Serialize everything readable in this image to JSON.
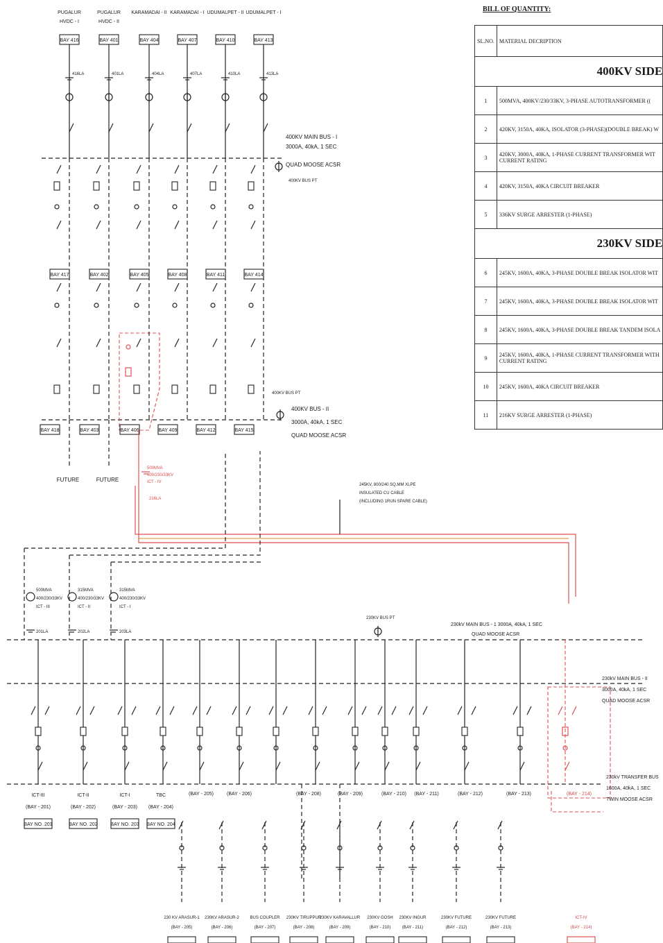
{
  "bays_400kv": {
    "feeders": [
      {
        "line1": "PUGALUR",
        "line2": "HVDC - I",
        "bay": "BAY 416",
        "la": "416LA"
      },
      {
        "line1": "PUGALUR",
        "line2": "HVDC - II",
        "bay": "BAY 401",
        "la": "401LA"
      },
      {
        "line1": "KARAMADAI - II",
        "line2": "",
        "bay": "BAY 404",
        "la": "404LA"
      },
      {
        "line1": "KARAMADAI - I",
        "line2": "",
        "bay": "BAY 407",
        "la": "407LA"
      },
      {
        "line1": "UDUMALPET - II",
        "line2": "",
        "bay": "BAY 410",
        "la": "410LA"
      },
      {
        "line1": "UDUMALPET - I",
        "line2": "",
        "bay": "BAY 413",
        "la": "413LA"
      }
    ],
    "middle_bays": [
      "BAY 417",
      "BAY 402",
      "BAY 405",
      "BAY 408",
      "BAY 411",
      "BAY 414"
    ],
    "bottom_bays": [
      "BAY 418",
      "BAY 403",
      "BAY 406",
      "BAY 409",
      "BAY 412",
      "BAY 415"
    ],
    "future": [
      "FUTURE",
      "FUTURE"
    ],
    "bus1": {
      "line1": "400KV MAIN BUS - I",
      "line2": "3000A, 40kA, 1 SEC",
      "line3": "QUAD MOOSE ACSR",
      "pt": "400KV BUS PT"
    },
    "bus2": {
      "line1": "400KV BUS - II",
      "line2": "3000A, 40kA, 1 SEC",
      "line3": "QUAD MOOSE ACSR",
      "pt": "400KV BUS PT"
    },
    "new_ict": {
      "line1": "500MVA",
      "line2": "400/230/33KV",
      "line3": "ICT - IV",
      "la": "216LA"
    }
  },
  "cable": {
    "line1": "245KV, 800/240 SQ.MM XLPE",
    "line2": "INSULATED CU CABLE",
    "line3": "(INCLUDING 1RUN SPARE CABLE)"
  },
  "icts": [
    {
      "line1": "500MVA",
      "line2": "400/230/33KV",
      "line3": "ICT - III",
      "la": "201LA"
    },
    {
      "line1": "315MVA",
      "line2": "400/230/33KV",
      "line3": "ICT - II",
      "la": "202LA"
    },
    {
      "line1": "315MVA",
      "line2": "400/230/33KV",
      "line3": "ICT - I",
      "la": "203LA"
    }
  ],
  "bays_230kv": {
    "bus1": {
      "line1": "230kV MAIN BUS - 1 3000A, 40kA, 1 SEC",
      "line2": "QUAD MOOSE ACSR",
      "pt": "230KV BUS PT"
    },
    "bus2": {
      "line1": "230kV MAIN BUS - II",
      "line2": "3000A, 40kA, 1 SEC",
      "line3": "QUAD MOOSE ACSR"
    },
    "transfer_bus": {
      "line1": "230kV TRANSFER BUS",
      "line2": "1600A, 40kA, 1 SEC",
      "line3": "TWIN MOOSE ACSR"
    },
    "left_bays": [
      {
        "name": "ICT-III",
        "bay": "(BAY - 201)",
        "box": "BAY NO. 201"
      },
      {
        "name": "ICT-II",
        "bay": "(BAY - 202)",
        "box": "BAY NO. 202"
      },
      {
        "name": "ICT-I",
        "bay": "(BAY - 203)",
        "box": "BAY NO. 203"
      },
      {
        "name": "TBC",
        "bay": "(BAY - 204)",
        "box": "BAY NO. 204"
      }
    ],
    "mid_bays": [
      "(BAY - 205)",
      "(BAY - 206)",
      "(BAY - 208)",
      "(BAY - 209)",
      "(BAY - 210)",
      "(BAY - 211)",
      "(BAY - 212)",
      "(BAY - 213)",
      "(BAY - 214)"
    ],
    "outgoing": [
      {
        "line1": "230 KV ARASUR-1",
        "line2": "(BAY - 205)"
      },
      {
        "line1": "230KV ARASUR-2",
        "line2": "(BAY - 206)"
      },
      {
        "line1": "BUS COUPLER",
        "line2": "(BAY - 207)"
      },
      {
        "line1": "230KV TIRUPPUR",
        "line2": "(BAY - 208)"
      },
      {
        "line1": "230KV KARAVALLUR",
        "line2": "(BAY - 209)"
      },
      {
        "line1": "230KV GOSH",
        "line2": "(BAY - 210)"
      },
      {
        "line1": "230KV INGUR",
        "line2": "(BAY - 211)"
      },
      {
        "line1": "230KV FUTURE",
        "line2": "(BAY - 212)"
      },
      {
        "line1": "230KV FUTURE",
        "line2": "(BAY - 213)"
      },
      {
        "line1": "ICT-IV",
        "line2": "(BAY - 214)"
      }
    ]
  },
  "bill_of_quantity": {
    "title": "BILL OF QUANTITY:",
    "header": {
      "no": "SL.NO.",
      "desc": "MATERIAL DECRIPTION"
    },
    "section_400": "400KV SIDE",
    "items_400": [
      {
        "no": "1",
        "desc": "500MVA, 400KV/230/33KV, 3-PHASE AUTOTRANSFORMER (("
      },
      {
        "no": "2",
        "desc": "420KV, 3150A, 40KA, ISOLATOR (3-PHASE)(DOUBLE BREAK) W"
      },
      {
        "no": "3",
        "desc": "420KV, 3000A, 40KA, 1-PHASE CURRENT TRANSFORMER WIT",
        "desc2": "CURRENT RATING"
      },
      {
        "no": "4",
        "desc": "420KV, 3150A, 40KA CIRCUIT BREAKER"
      },
      {
        "no": "5",
        "desc": "336KV SURGE ARRESTER (1-PHASE)"
      }
    ],
    "section_230": "230KV SIDE",
    "items_230": [
      {
        "no": "6",
        "desc": "245KV, 1600A, 40KA, 3-PHASE DOUBLE BREAK ISOLATOR WIT"
      },
      {
        "no": "7",
        "desc": "245KV, 1600A, 40KA, 3-PHASE DOUBLE BREAK ISOLATOR WIT"
      },
      {
        "no": "8",
        "desc": "245KV, 1600A, 40KA, 3-PHASE DOUBLE BREAK TANDEM ISOLA"
      },
      {
        "no": "9",
        "desc": "245KV, 1600A, 40KA, 1-PHASE CURRENT TRANSFORMER WITH",
        "desc2": "CURRENT RATING"
      },
      {
        "no": "10",
        "desc": "245KV, 1600A, 40KA CIRCUIT BREAKER"
      },
      {
        "no": "11",
        "desc": "216KV SURGE ARRESTER (1-PHASE)"
      }
    ]
  }
}
